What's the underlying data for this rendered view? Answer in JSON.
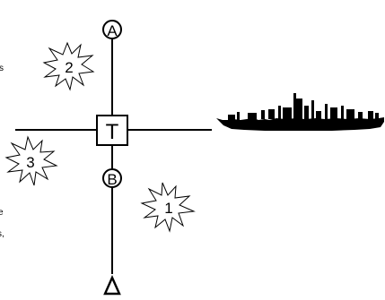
{
  "diagram": {
    "target": {
      "label": "T",
      "icon": "target-box"
    },
    "waypoints": [
      {
        "id": "A",
        "label": "A"
      },
      {
        "id": "B",
        "label": "B"
      }
    ],
    "bursts": [
      {
        "id": "1",
        "label": "1",
        "icon": "starburst-icon"
      },
      {
        "id": "2",
        "label": "2",
        "icon": "starburst-icon"
      },
      {
        "id": "3",
        "label": "3",
        "icon": "starburst-icon"
      }
    ],
    "ship": {
      "icon": "warship-silhouette-icon"
    },
    "origin_marker": {
      "icon": "triangle-icon"
    },
    "edge_fragments": [
      "s",
      "e",
      "s,"
    ],
    "colors": {
      "ink": "#000000",
      "background": "#ffffff"
    }
  }
}
